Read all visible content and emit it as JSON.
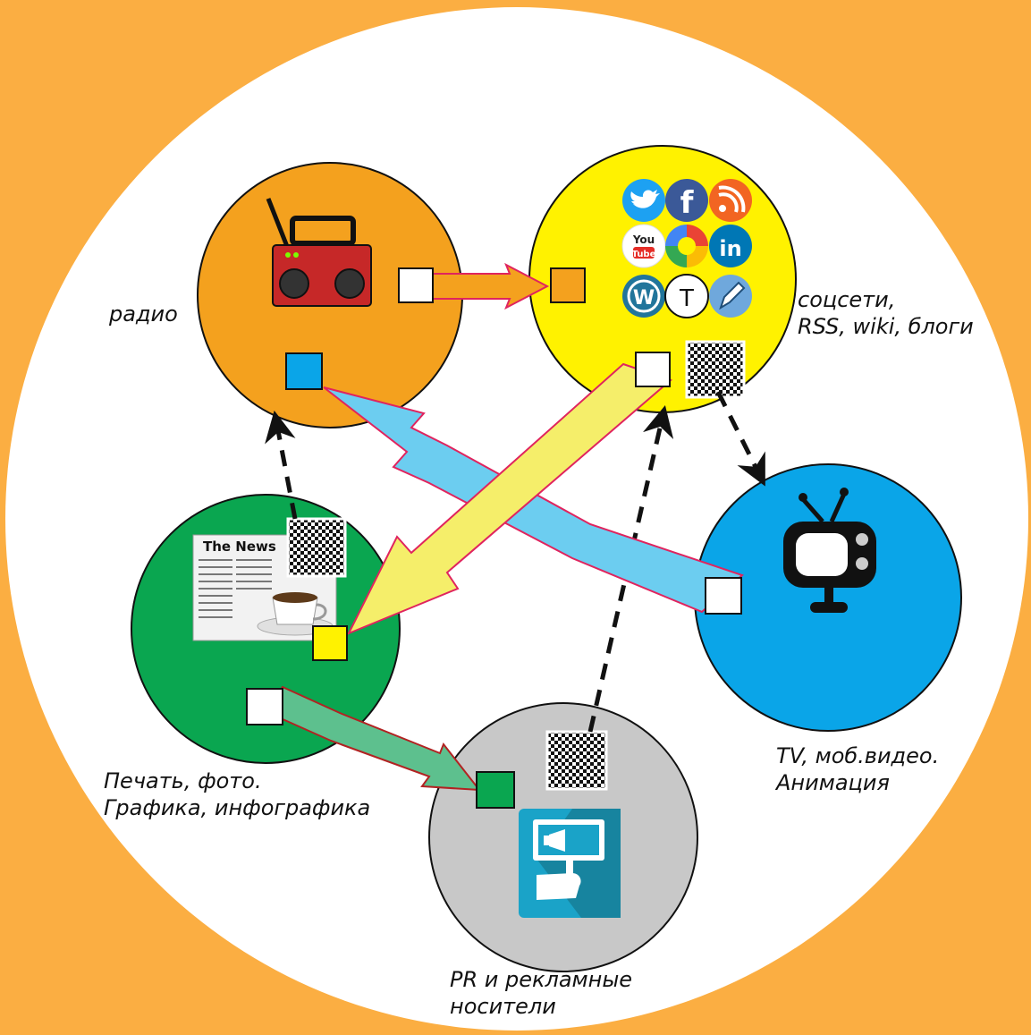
{
  "title": "ЕДИНОЕ СМЫСЛОВОЕ ПОЛЕ",
  "colors": {
    "background": "#FBAE42",
    "field": "#FFFFFF",
    "radio": "#F4A11E",
    "social": "#FFF200",
    "tv": "#0AA5E8",
    "print": "#0AA650",
    "pr": "#C8C8C8"
  },
  "nodes": {
    "radio": {
      "label_lines": [
        "радио"
      ]
    },
    "social": {
      "label_lines": [
        "соцсети,",
        "RSS, wiki, блоги"
      ]
    },
    "tv": {
      "label_lines": [
        "TV, моб.видео.",
        "Анимация"
      ]
    },
    "print": {
      "label_lines": [
        "Печать, фото.",
        "Графика, инфографика"
      ]
    },
    "pr": {
      "label_lines": [
        "PR и рекламные",
        "носители"
      ]
    }
  },
  "newspaper_headline": "The News",
  "social_icons": [
    "twitter-icon",
    "facebook-icon",
    "rss-icon",
    "youtube-icon",
    "google-icon",
    "linkedin-icon",
    "wordpress-icon",
    "typepad-icon",
    "blog-pencil-icon"
  ],
  "youtube_text": [
    "You",
    "Tube"
  ]
}
